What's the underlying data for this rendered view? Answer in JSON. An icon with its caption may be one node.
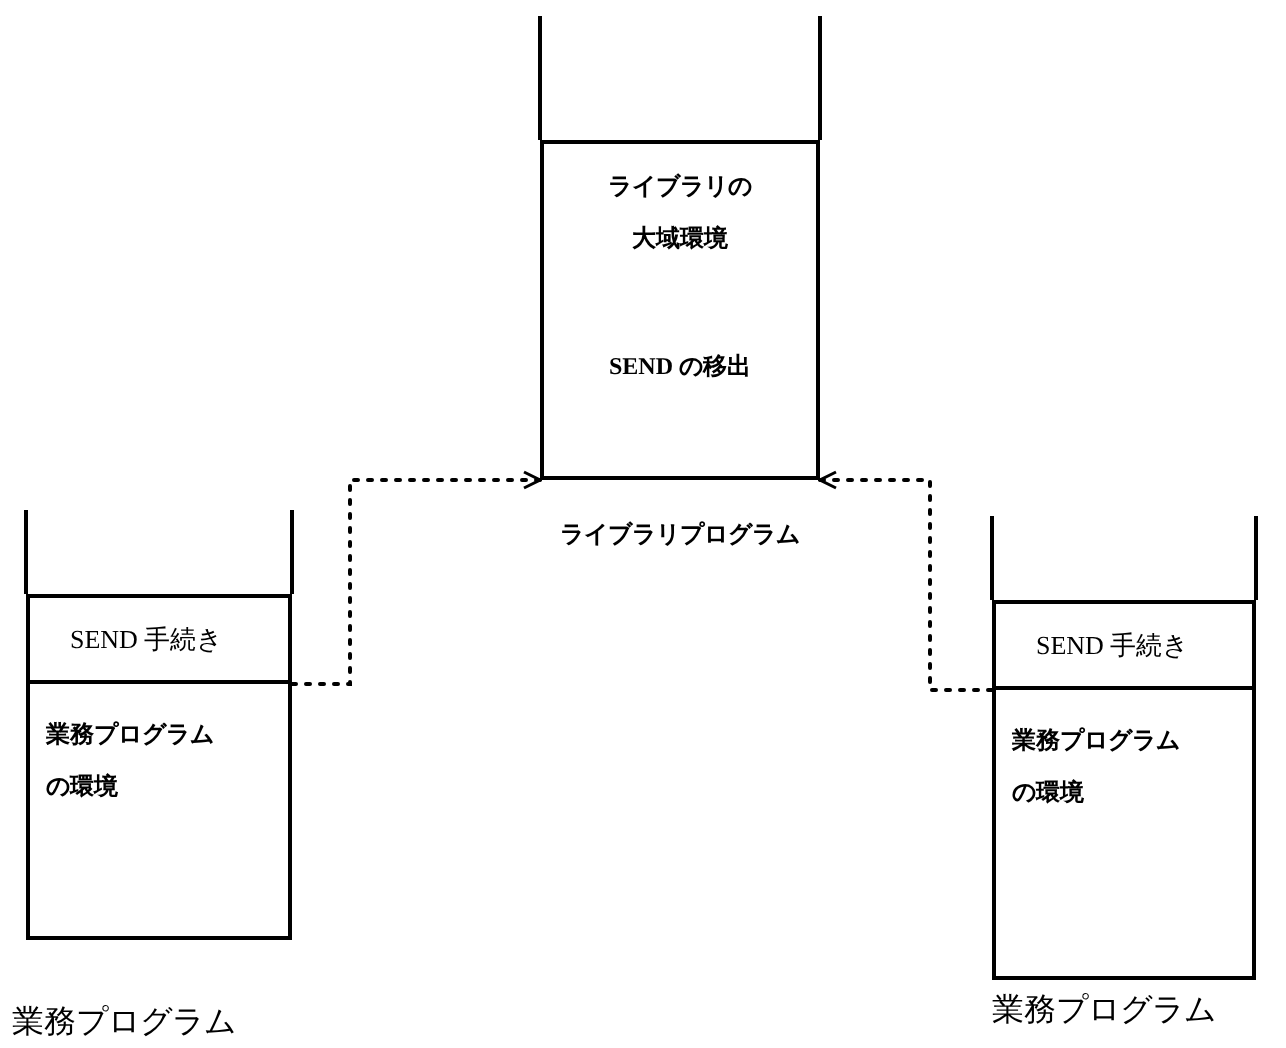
{
  "diagram": {
    "nodes": [
      {
        "text": [
          "ライブラリの大域環境",
          "SEND の移出"
        ],
        "beside": [
          "ライブラリプログラム"
        ]
      },
      {
        "text": [
          "SEND 手続き"
        ]
      },
      {
        "text": [
          "業務プログラムの環境"
        ],
        "beside": [
          "業務プログラム"
        ]
      },
      {
        "text": [
          "SEND 手続き"
        ]
      },
      {
        "text": [
          "業務プログラムの環境"
        ],
        "beside": [
          "業務プログラム"
        ]
      }
    ],
    "edges": [
      {
        "from": 1,
        "to": 0,
        "arrow": "to",
        "style": "dashed"
      },
      {
        "from": 3,
        "to": 0,
        "arrow": "to",
        "style": "dashed"
      }
    ]
  }
}
